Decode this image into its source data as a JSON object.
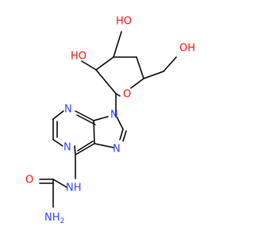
{
  "colors": {
    "background": "#ffffff",
    "bond": "#000000",
    "nitrogen": "#3344ff",
    "oxygen": "#ff0d0d"
  },
  "atoms": {
    "ho_top": "HO",
    "ho_left": "HO",
    "oh_right": "OH",
    "o_ring": "O",
    "n9": "N",
    "n3": "N",
    "n1": "N",
    "n7": "N",
    "nh": "NH",
    "o_carbonyl": "O",
    "nh2": "NH",
    "nh2_sub": "2"
  }
}
